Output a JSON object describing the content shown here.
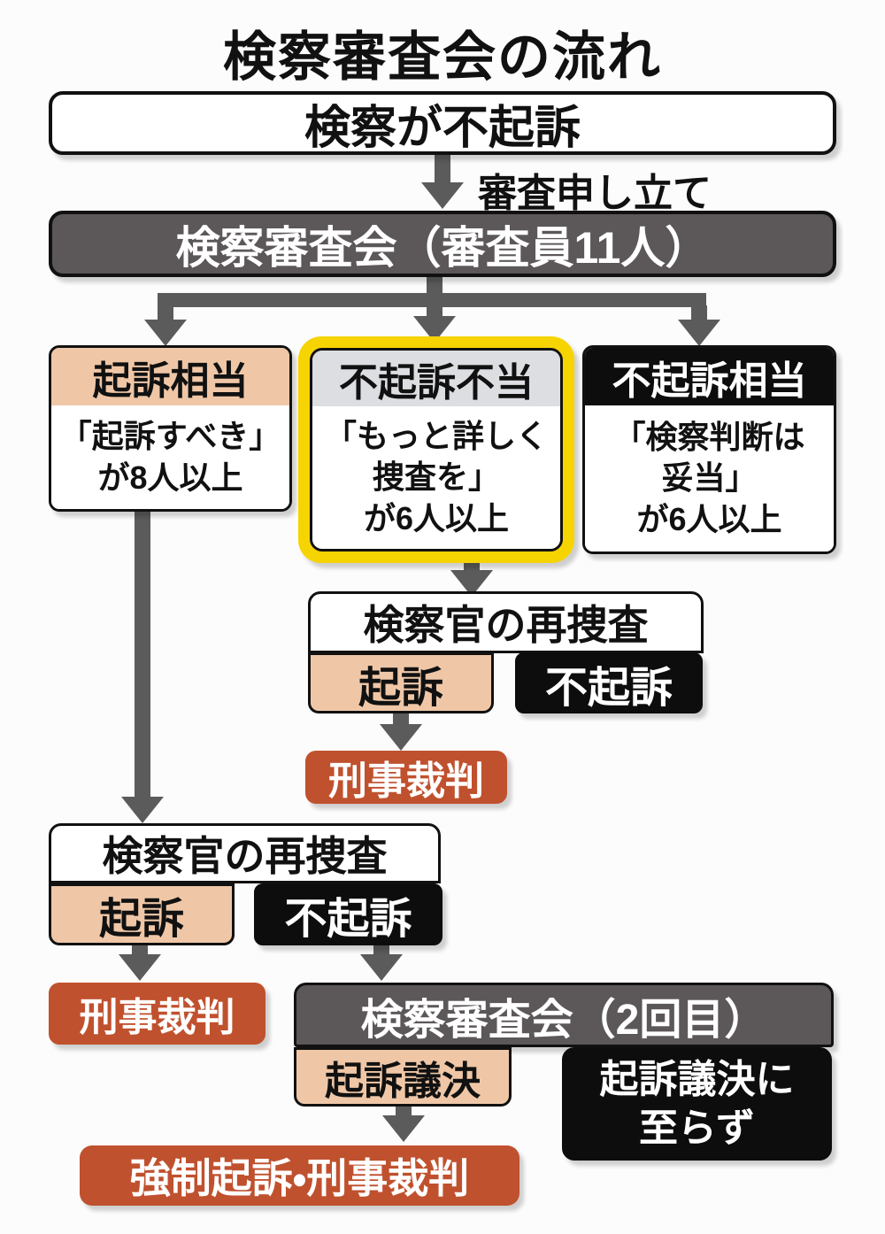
{
  "title": "検察審査会の流れ",
  "colors": {
    "background": "#fcfcfc",
    "box_border": "#111111",
    "dark_gray": "#5c5759",
    "black_fill": "#0d0d0d",
    "salmon": "#efc7a7",
    "yellow": "#f6d402",
    "header_gray": "#dcdee2",
    "red": "#c0512e",
    "arrow_gray": "#5b5b5b",
    "text_black": "#111111",
    "text_white": "#ffffff"
  },
  "flow": {
    "start": "検察が不起訴",
    "petition_label": "審査申し立て",
    "committee": "検察審査会（審査員11人）",
    "branches": {
      "left": {
        "header": "起訴相当",
        "lines": [
          "「起訴すべき」",
          "が8人以上"
        ]
      },
      "middle": {
        "header": "不起訴不当",
        "lines": [
          "「もっと詳しく",
          "捜査を」",
          "が6人以上"
        ]
      },
      "right": {
        "header": "不起訴相当",
        "lines": [
          "「検察判断は",
          "妥当」",
          "が6人以上"
        ]
      }
    },
    "reinvestigation_middle": {
      "title": "検察官の再捜査",
      "prosecution": "起訴",
      "non_prosecution": "不起訴",
      "trial": "刑事裁判"
    },
    "reinvestigation_left": {
      "title": "検察官の再捜査",
      "prosecution": "起訴",
      "non_prosecution": "不起訴",
      "trial": "刑事裁判"
    },
    "second_committee": {
      "title": "検察審査会（2回目）",
      "indictment_resolution": "起訴議決",
      "no_indictment_lines": [
        "起訴議決に",
        "至らず"
      ],
      "forced_trial": "強制起訴・刑事裁判"
    }
  }
}
